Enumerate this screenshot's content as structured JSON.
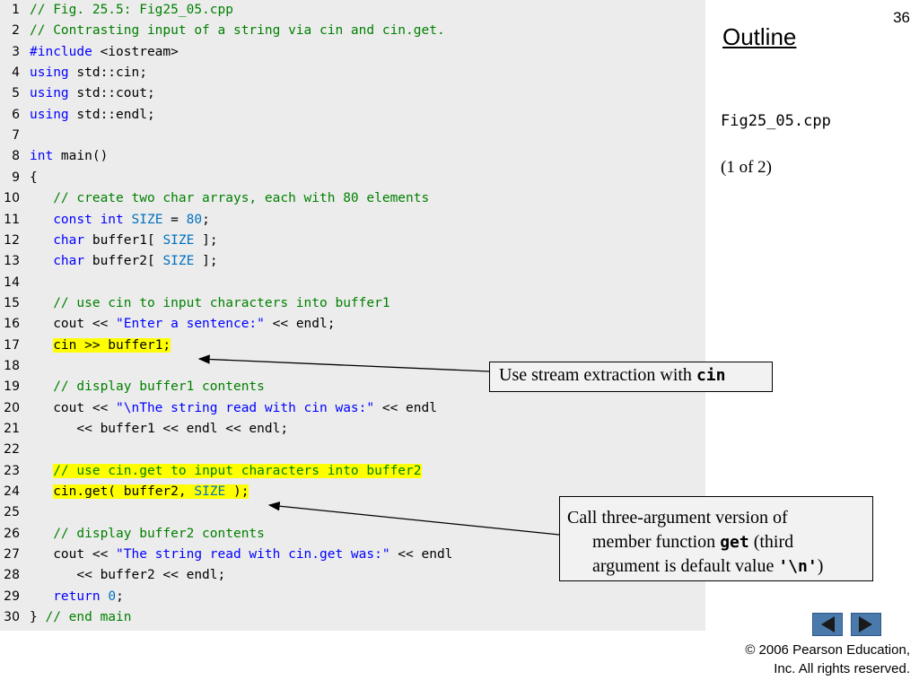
{
  "slide": {
    "number": "36",
    "outline_title": "Outline",
    "file_label": "Fig25_05.cpp",
    "page_of": "(1 of 2)"
  },
  "code": {
    "line_numbers": [
      "1",
      "2",
      "3",
      "4",
      "5",
      "6",
      "7",
      "8",
      "9",
      "10",
      "11",
      "12",
      "13",
      "14",
      "15",
      "16",
      "17",
      "18",
      "19",
      "20",
      "21",
      "22",
      "23",
      "24",
      "25",
      "26",
      "27",
      "28",
      "29",
      "30"
    ],
    "l1": "// Fig. 25.5: Fig25_05.cpp",
    "l2": "// Contrasting input of a string via cin and cin.get.",
    "l3_kw": "#include",
    "l3_rest": " <iostream>",
    "l4_kw": "using",
    "l4_rest": " std::cin;",
    "l5_kw": "using",
    "l5_rest": " std::cout;",
    "l6_kw": "using",
    "l6_rest": " std::endl;",
    "l8_kw": "int",
    "l8_rest": " main()",
    "l9": "{",
    "l10": "   // create two char arrays, each with 80 elements",
    "l11_indent": "   ",
    "l11_kw": "const int",
    "l11_sp": " ",
    "l11_mac": "SIZE",
    "l11_eq": " = ",
    "l11_num": "80",
    "l11_end": ";",
    "l12_indent": "   ",
    "l12_kw": "char",
    "l12_mid": " buffer1[ ",
    "l12_mac": "SIZE",
    "l12_end": " ];",
    "l13_indent": "   ",
    "l13_kw": "char",
    "l13_mid": " buffer2[ ",
    "l13_mac": "SIZE",
    "l13_end": " ];",
    "l15": "   // use cin to input characters into buffer1",
    "l16_a": "   cout << ",
    "l16_str": "\"Enter a sentence:\"",
    "l16_b": " << endl;",
    "l17_indent": "   ",
    "l17_hl": "cin >> buffer1;",
    "l19": "   // display buffer1 contents",
    "l20_a": "   cout << ",
    "l20_str": "\"\\nThe string read with cin was:\"",
    "l20_b": " << endl",
    "l21": "      << buffer1 << endl << endl;",
    "l23_indent": "   ",
    "l23_hl": "// use cin.get to input characters into buffer2",
    "l24_indent": "   ",
    "l24_a": "cin.get( buffer2, ",
    "l24_mac": "SIZE",
    "l24_b": " );",
    "l26": "   // display buffer2 contents",
    "l27_a": "   cout << ",
    "l27_str": "\"The string read with cin.get was:\"",
    "l27_b": " << endl",
    "l28": "      << buffer2 << endl;",
    "l29_indent": "   ",
    "l29_kw": "return",
    "l29_sp": " ",
    "l29_num": "0",
    "l29_end": ";",
    "l30_a": "} ",
    "l30_cm": "// end main"
  },
  "callouts": {
    "c1_text": "Use stream extraction with ",
    "c1_code": "cin",
    "c2_line1": "Call three-argument version of",
    "c2_line2_a": "member function ",
    "c2_line2_code": "get",
    "c2_line2_b": " (third",
    "c2_line3_a": "argument is default value ",
    "c2_line3_code": "'\\n'",
    "c2_line3_b": ")"
  },
  "copyright": {
    "line1": "© 2006 Pearson Education,",
    "line2": "Inc.  All rights reserved."
  },
  "colors": {
    "code_bg": "#ececec",
    "comment": "#008000",
    "keyword": "#0000ff",
    "highlight": "#ffff00",
    "nav_button": "#4a7aab"
  },
  "icons": {
    "prev": "triangle-left-icon",
    "next": "triangle-right-icon"
  }
}
